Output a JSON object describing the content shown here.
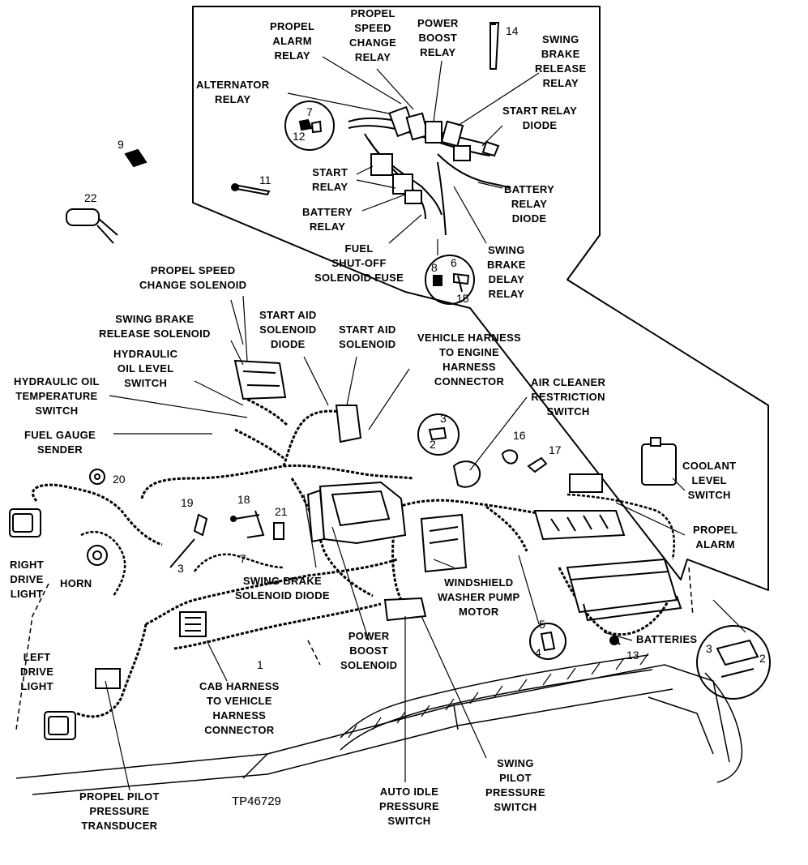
{
  "figure_id": "TP46729",
  "labels": {
    "propel_alarm_relay": "PROPEL\nALARM\nRELAY",
    "propel_speed_change_relay": "PROPEL\nSPEED\nCHANGE\nRELAY",
    "power_boost_relay": "POWER\nBOOST\nRELAY",
    "swing_brake_release_relay": "SWING\nBRAKE\nRELEASE\nRELAY",
    "alternator_relay": "ALTERNATOR\nRELAY",
    "start_relay_diode": "START RELAY\nDIODE",
    "start_relay": "START\nRELAY",
    "battery_relay_diode": "BATTERY\nRELAY\nDIODE",
    "battery_relay": "BATTERY\nRELAY",
    "fuel_shutoff_fuse": "FUEL\nSHUT-OFF\nSOLENOID FUSE",
    "swing_brake_delay_relay": "SWING\nBRAKE\nDELAY\nRELAY",
    "propel_speed_change_solenoid": "PROPEL SPEED\nCHANGE SOLENOID",
    "swing_brake_release_solenoid": "SWING BRAKE\nRELEASE SOLENOID",
    "start_aid_solenoid_diode": "START AID\nSOLENOID\nDIODE",
    "start_aid_solenoid": "START AID\nSOLENOID",
    "vehicle_harness_connector": "VEHICLE HARNESS\nTO ENGINE\nHARNESS\nCONNECTOR",
    "hydraulic_oil_level_switch": "HYDRAULIC\nOIL LEVEL\nSWITCH",
    "hydraulic_oil_temp_switch": "HYDRAULIC OIL\nTEMPERATURE\nSWITCH",
    "air_cleaner_restriction_switch": "AIR CLEANER\nRESTRICTION\nSWITCH",
    "fuel_gauge_sender": "FUEL GAUGE\nSENDER",
    "coolant_level_switch": "COOLANT\nLEVEL\nSWITCH",
    "propel_alarm": "PROPEL\nALARM",
    "right_drive_light": "RIGHT\nDRIVE\nLIGHT",
    "horn": "HORN",
    "swing_brake_solenoid_diode": "SWING BRAKE\nSOLENOID DIODE",
    "windshield_washer_pump_motor": "WINDSHIELD\nWASHER PUMP\nMOTOR",
    "batteries": "BATTERIES",
    "power_boost_solenoid": "POWER\nBOOST\nSOLENOID",
    "left_drive_light": "LEFT\nDRIVE\nLIGHT",
    "cab_harness_connector": "CAB HARNESS\nTO VEHICLE\nHARNESS\nCONNECTOR",
    "swing_pilot_pressure_switch": "SWING\nPILOT\nPRESSURE\nSWITCH",
    "propel_pilot_pressure_transducer": "PROPEL PILOT\nPRESSURE\nTRANSDUCER",
    "auto_idle_pressure_switch": "AUTO IDLE\nPRESSURE\nSWITCH"
  },
  "callouts": {
    "n1": "1",
    "n2a": "2",
    "n2b": "2",
    "n3a": "3",
    "n3b": "3",
    "n3c": "3",
    "n4": "4",
    "n5": "5",
    "n6": "6",
    "n7a": "7",
    "n7b": "7",
    "n8": "8",
    "n9": "9",
    "n11": "11",
    "n12": "12",
    "n13": "13",
    "n14": "14",
    "n15": "15",
    "n16": "16",
    "n17": "17",
    "n18": "18",
    "n19": "19",
    "n20": "20",
    "n21": "21",
    "n22": "22"
  }
}
